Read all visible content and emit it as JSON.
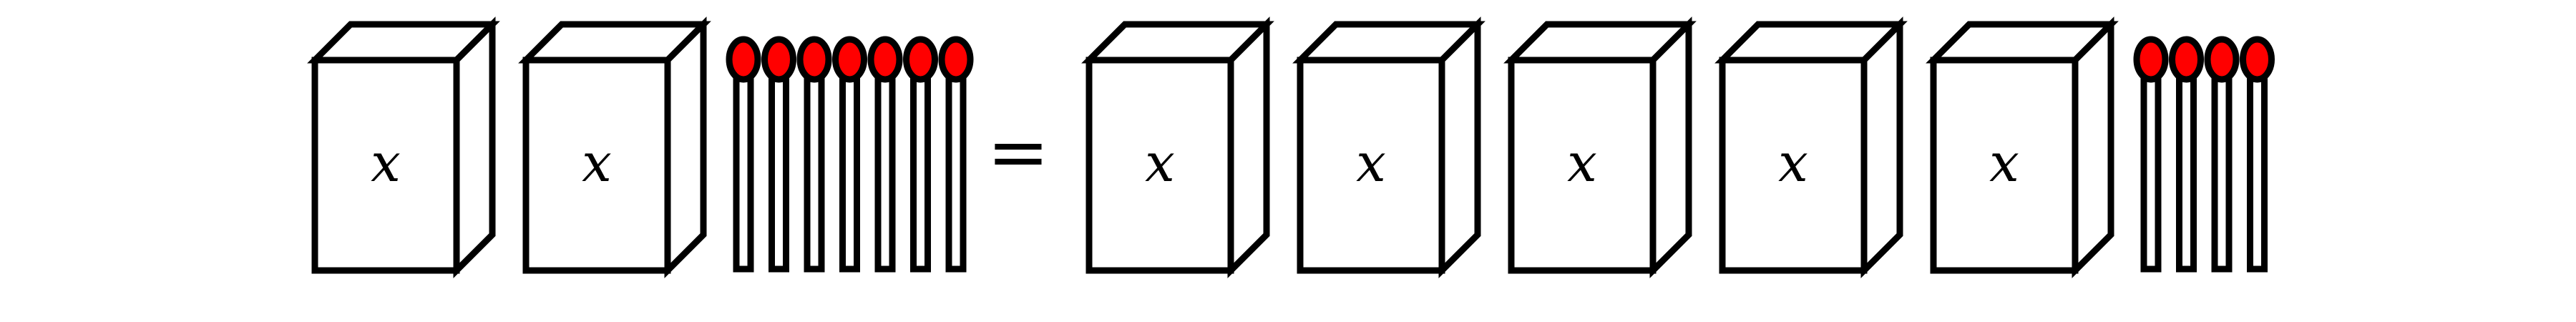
{
  "equation": {
    "left_side": {
      "boxes": [
        {
          "label": "x"
        },
        {
          "label": "x"
        }
      ],
      "matches": 7
    },
    "operator": "=",
    "right_side": {
      "boxes": [
        {
          "label": "x"
        },
        {
          "label": "x"
        },
        {
          "label": "x"
        },
        {
          "label": "x"
        },
        {
          "label": "x"
        }
      ],
      "matches": 4
    }
  },
  "colors": {
    "outline": "#000000",
    "box_fill": "#ffffff",
    "match_head": "#ff0000",
    "match_stick": "#ffffff"
  }
}
